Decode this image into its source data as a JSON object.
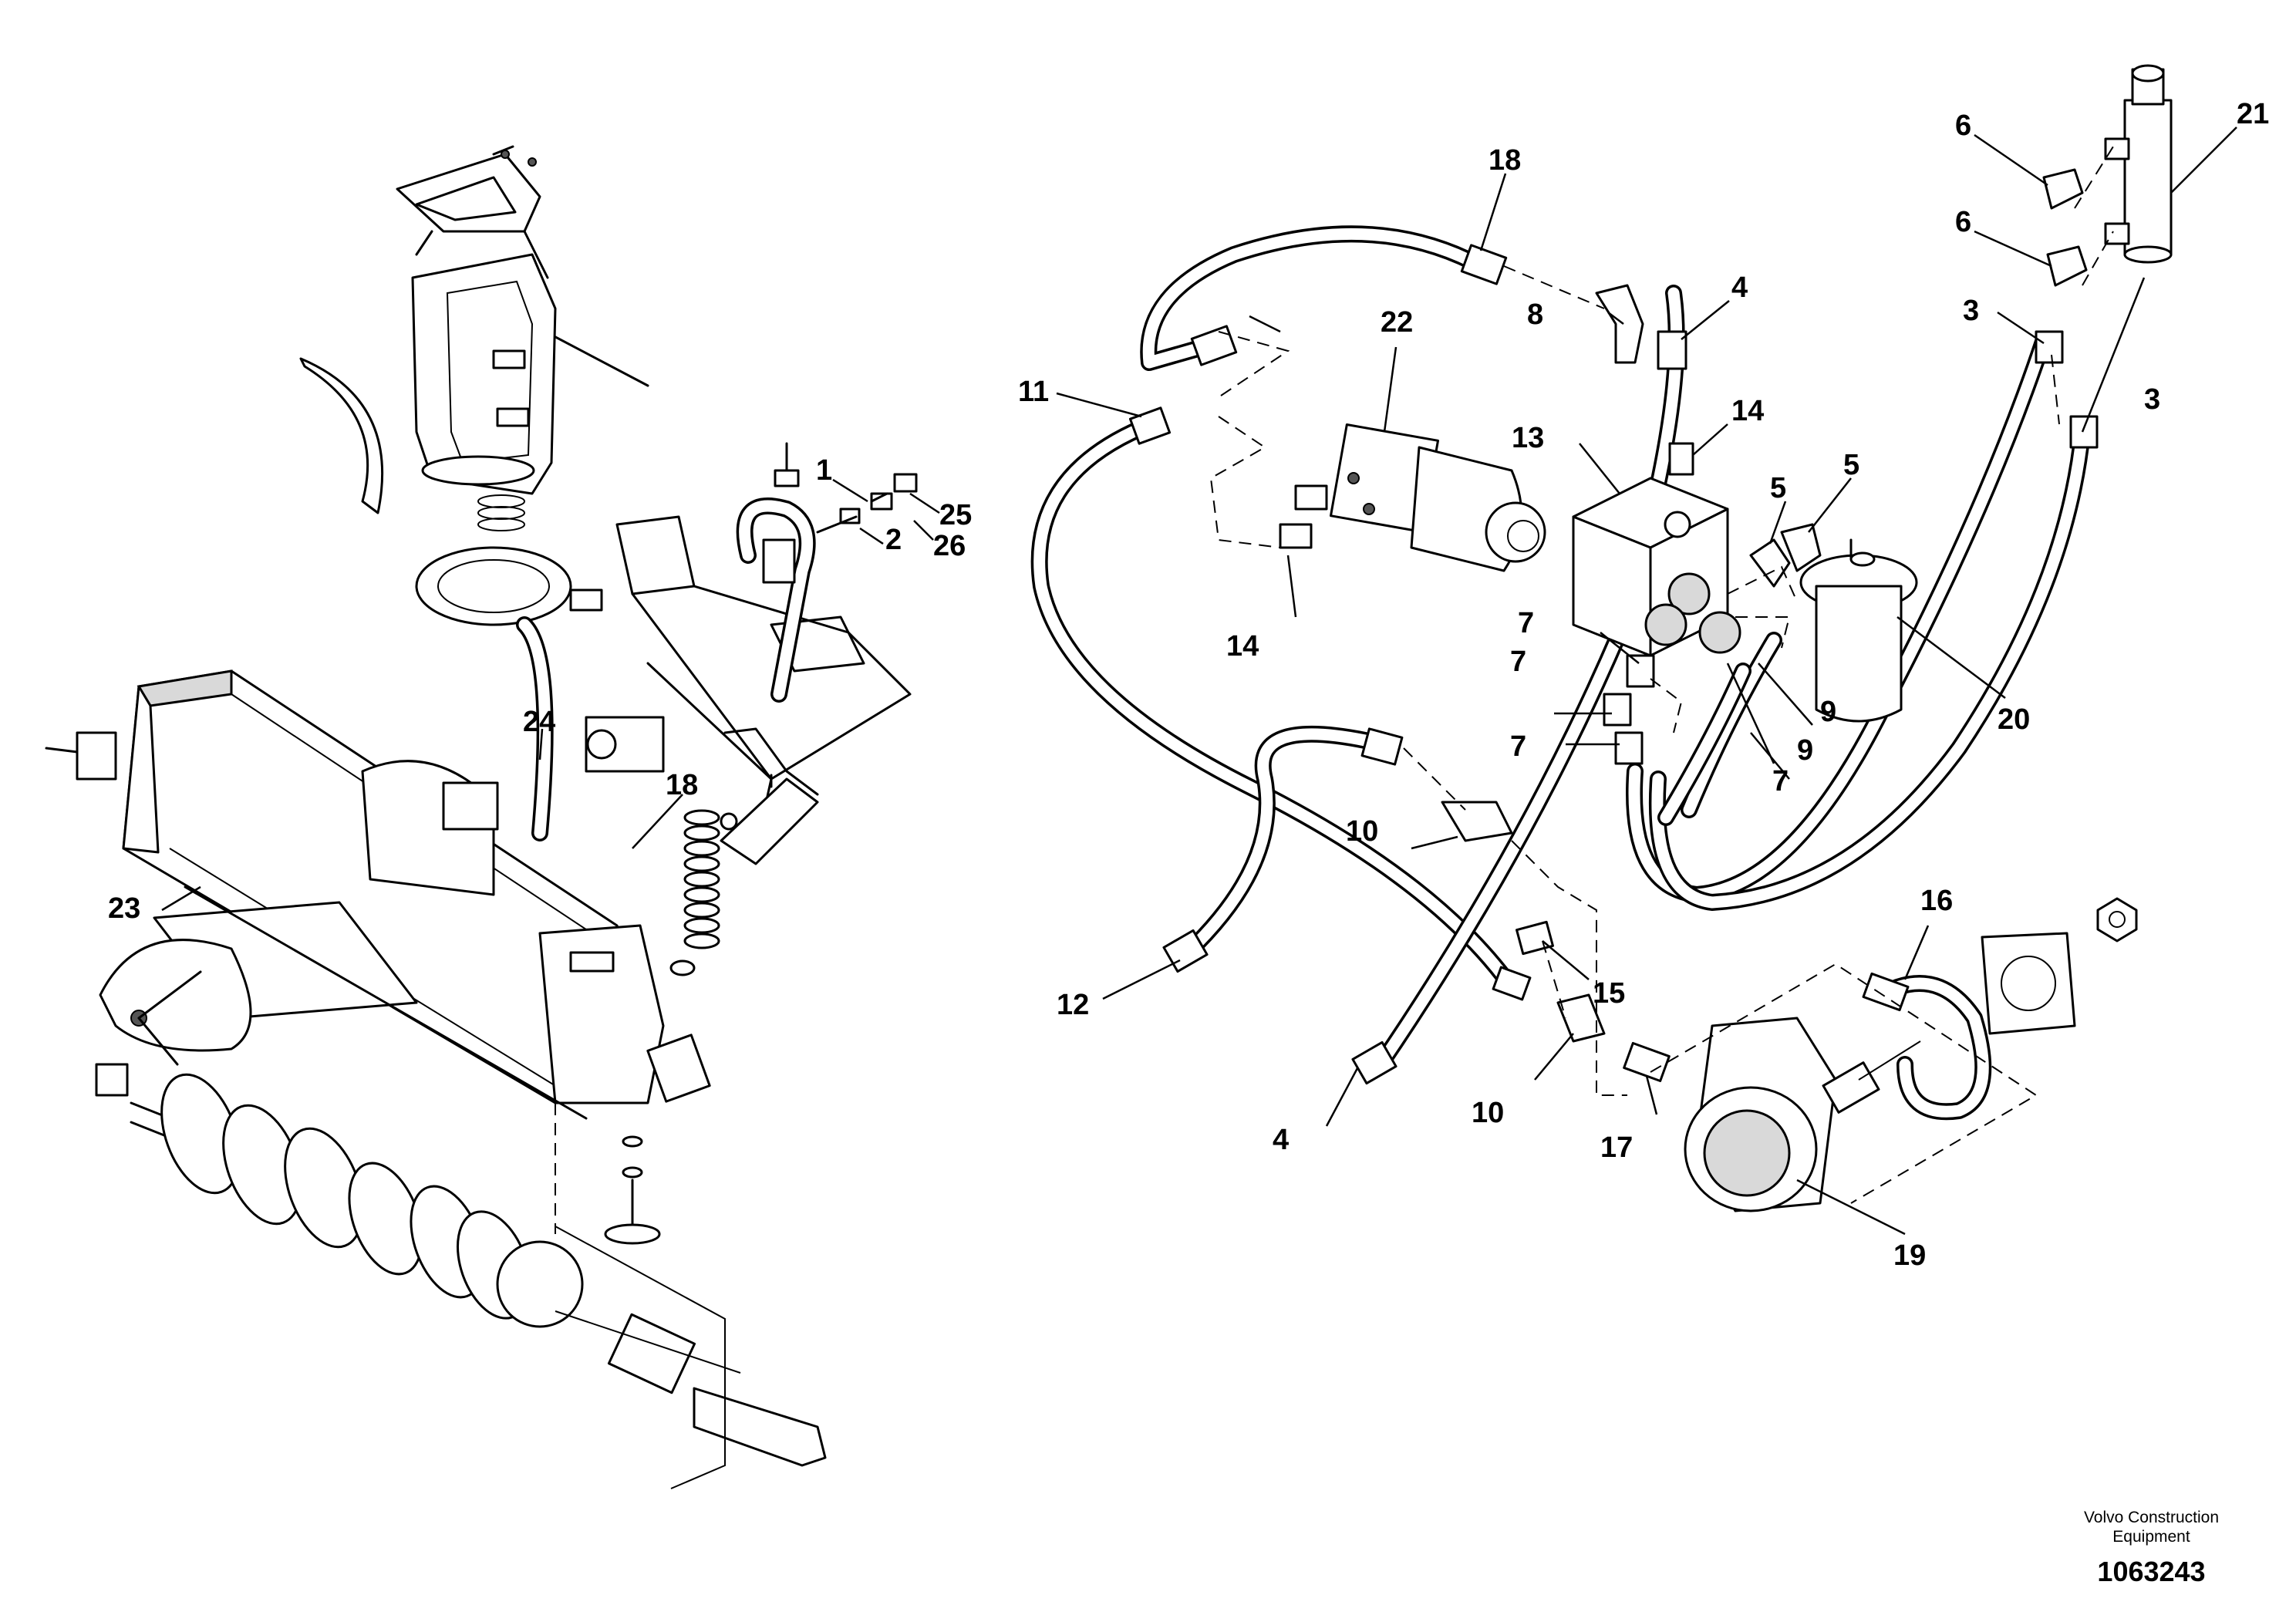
{
  "callouts": [
    "1",
    "2",
    "3",
    "4",
    "5",
    "6",
    "7",
    "8",
    "9",
    "10",
    "11",
    "12",
    "13",
    "14",
    "15",
    "16",
    "17",
    "18",
    "19",
    "20",
    "21",
    "22",
    "23",
    "24",
    "25",
    "26"
  ],
  "footer": {
    "company": "Volvo Construction Equipment",
    "drawing_number": "1063243"
  }
}
